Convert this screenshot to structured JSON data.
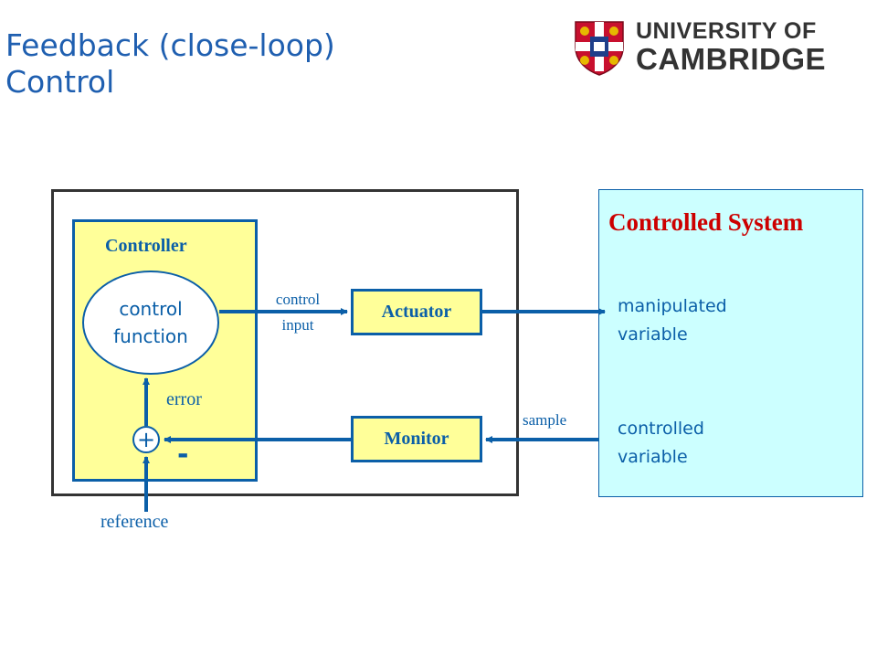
{
  "title": {
    "line1": "Feedback (close-loop)",
    "line2": "Control"
  },
  "logo": {
    "line1": "UNIVERSITY OF",
    "line2": "CAMBRIDGE"
  },
  "diagram": {
    "controller_label": "Controller",
    "control_function": {
      "line1": "control",
      "line2": "function"
    },
    "error_label": "error",
    "sum_symbol": "+",
    "minus_symbol": "-",
    "reference_label": "reference",
    "control_input": {
      "line1": "control",
      "line2": "input"
    },
    "actuator_label": "Actuator",
    "monitor_label": "Monitor",
    "sample_label": "sample",
    "system": {
      "title": "Controlled System",
      "manipulated": {
        "line1": "manipulated",
        "line2": "variable"
      },
      "controlled": {
        "line1": "controlled",
        "line2": "variable"
      }
    }
  },
  "colors": {
    "title": "#1f5fb0",
    "diagram_blue": "#0b5fa8",
    "controller_fill": "#ffff99",
    "system_fill": "#ccffff",
    "system_title": "#cc0000",
    "outer_border": "#333333"
  }
}
